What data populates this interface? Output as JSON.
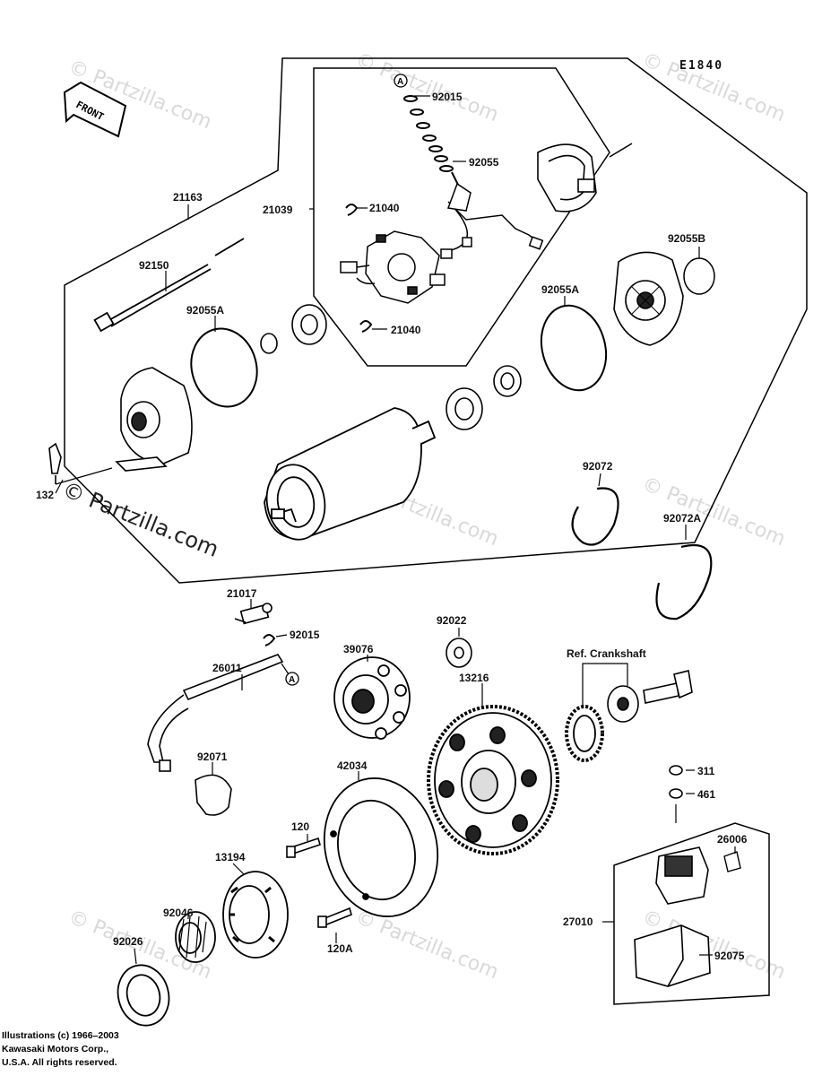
{
  "diagram_code": "E1840",
  "front_arrow_label": "FRONT",
  "reference_label": "Ref. Crankshaft",
  "watermark_text": "© Partzilla.com",
  "copyright_lines": [
    "Illustrations (c) 1966–2003",
    "Kawasaki Motors Corp.,",
    "U.S.A.  All rights reserved."
  ],
  "callout_marker": "A",
  "part_labels": {
    "p21163": "21163",
    "p21039": "21039",
    "p92015a": "92015",
    "p92055": "92055",
    "p21040a": "21040",
    "p21040b": "21040",
    "p92150": "92150",
    "p92055a_left": "92055A",
    "p92055a_right": "92055A",
    "p92055b": "92055B",
    "p132": "132",
    "p92072": "92072",
    "p92072a": "92072A",
    "p21017": "21017",
    "p92015b": "92015",
    "p26011": "26011",
    "p39076": "39076",
    "p92022": "92022",
    "p13216": "13216",
    "p92071": "92071",
    "p42034": "42034",
    "p120": "120",
    "p120a": "120A",
    "p13194": "13194",
    "p92046": "92046",
    "p92026": "92026",
    "p311": "311",
    "p461": "461",
    "p26006": "26006",
    "p27010": "27010",
    "p92075": "92075"
  }
}
